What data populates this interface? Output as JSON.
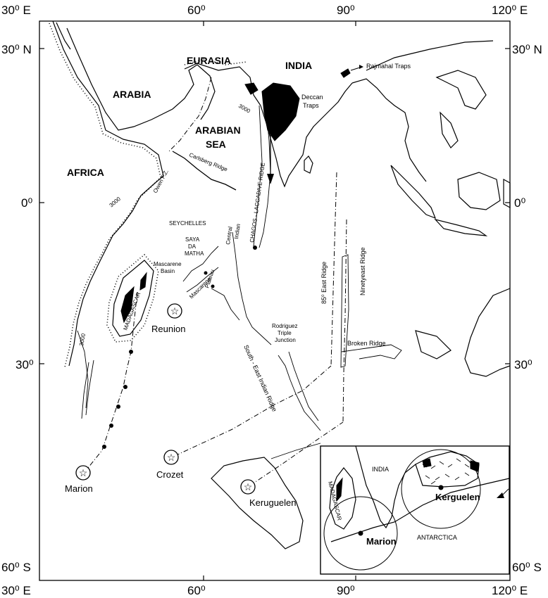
{
  "coordinates": {
    "top": [
      "30⁰ E",
      "60⁰",
      "90⁰",
      "120⁰ E"
    ],
    "bottom": [
      "30⁰ E",
      "60⁰",
      "90⁰",
      "120⁰ E"
    ],
    "left": [
      "30⁰ N",
      "0⁰",
      "30⁰",
      "60⁰ S"
    ],
    "right": [
      "30⁰ N",
      "0⁰",
      "30⁰",
      "60⁰ S"
    ]
  },
  "regions": {
    "eurasia": "EURASIA",
    "india": "INDIA",
    "arabia": "ARABIA",
    "africa": "AFRICA",
    "arabian_sea_1": "ARABIAN",
    "arabian_sea_2": "SEA"
  },
  "features": {
    "rajmahal": "Rajmahal Traps",
    "deccan_1": "Deccan",
    "deccan_2": "Traps",
    "carlsberg": "Carlsberg Ridge",
    "owen": "Owen F.Z.",
    "chagos": "CHAGOS - LACCADIVE RIDGE",
    "seychelles": "SEYCHELLES",
    "saya_1": "SAYA",
    "saya_2": "DA",
    "saya_3": "MATHA",
    "mascarene_basin_1": "Mascarene",
    "mascarene_basin_2": "Basin",
    "central_indian_1": "Central",
    "central_indian_2": "Indian",
    "plateau": "Plateau",
    "mascarene_plateau": "Mascarene",
    "madagascar": "MADAGASCAR",
    "ridge_85e": "85⁰ East Ridge",
    "ninetyeast": "Ninetyeast Ridge",
    "rodriguez_1": "Rodriguez",
    "rodriguez_2": "Triple",
    "rodriguez_3": "Junction",
    "broken_ridge": "Broken Ridge",
    "se_indian_ridge": "South - East Indian Ridge",
    "depth": "3000"
  },
  "hotspots": {
    "reunion": "Reunion",
    "marion": "Marion",
    "crozet": "Crozet",
    "kerguelen": "Keruguelen"
  },
  "inset": {
    "india": "INDIA",
    "madagascar": "MADAGASCAR",
    "kerguelen": "Kerguelen",
    "marion": "Marion",
    "antarctica": "ANTARCTICA"
  }
}
